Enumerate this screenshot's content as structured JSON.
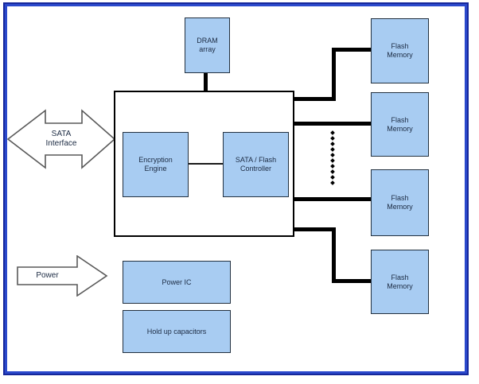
{
  "blocks": {
    "dram": {
      "label": "DRAM\narray"
    },
    "encryption": {
      "label": "Encryption\nEngine"
    },
    "controller": {
      "label": "SATA / Flash\nController"
    },
    "power_ic": {
      "label": "Power IC"
    },
    "holdup": {
      "label": "Hold up capacitors"
    }
  },
  "flash_memory": {
    "items": [
      {
        "label": "Flash\nMemory"
      },
      {
        "label": "Flash\nMemory"
      },
      {
        "label": "Flash\nMemory"
      },
      {
        "label": "Flash\nMemory"
      }
    ]
  },
  "arrows": {
    "sata": {
      "label": "SATA\nInterface"
    },
    "power": {
      "label": "Power"
    }
  },
  "colors": {
    "frame_outer": "#16279b",
    "frame_inner": "#2b49cc",
    "block_fill": "#a8ccf2",
    "block_border": "#22303f",
    "connector": "#000000",
    "arrow_outline": "#595959",
    "text": "#1c2b43"
  }
}
